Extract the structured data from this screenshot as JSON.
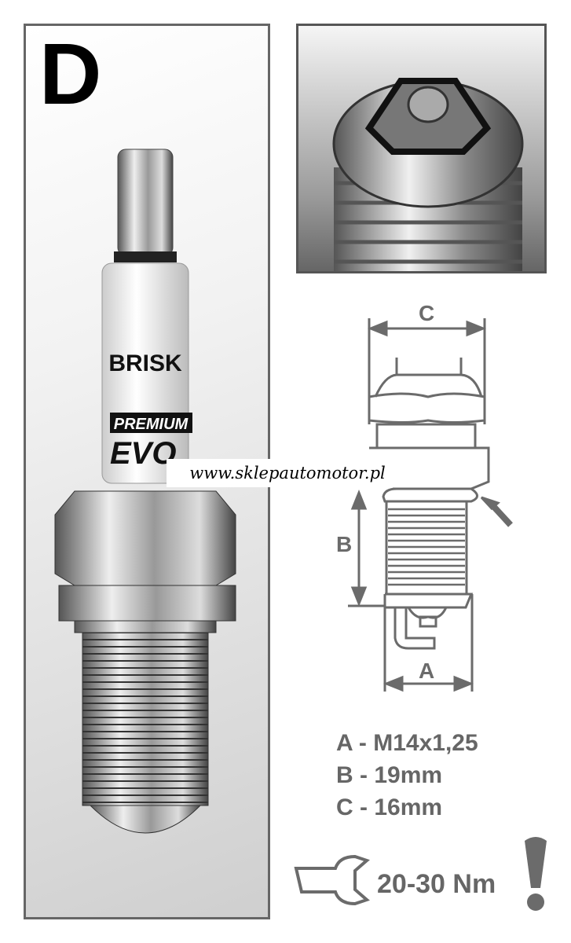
{
  "panel_letter": "D",
  "brand": "BRISK",
  "product_line": "PREMIUM",
  "product_sub": "EVO",
  "watermark": "www.sklepautomotor.pl",
  "dimension_labels": {
    "a": "A",
    "b": "B",
    "c": "C"
  },
  "specs": [
    {
      "text": "A - M14x1,25"
    },
    {
      "text": "B - 19mm"
    },
    {
      "text": "C - 16mm"
    }
  ],
  "torque": "20-30 Nm",
  "icons": [
    "wrench-icon",
    "exclamation-icon",
    "arrow-icon"
  ],
  "colors": {
    "diagram": "#6b6b6b",
    "border": "#666666"
  }
}
